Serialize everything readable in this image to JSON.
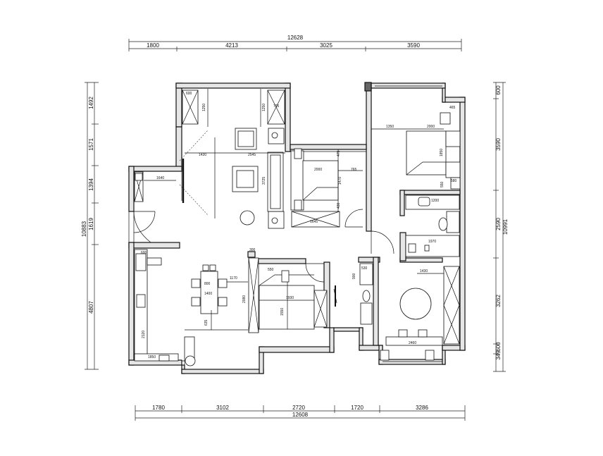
{
  "top_dims": {
    "total": "12628",
    "segments": [
      "1800",
      "4213",
      "3025",
      "3590"
    ]
  },
  "bottom_dims": {
    "total": "12608",
    "segments": [
      "1780",
      "3102",
      "2720",
      "1720",
      "3286"
    ]
  },
  "left_dims": {
    "total": "10883",
    "segments": [
      "1492",
      "1571",
      "1394",
      "1619",
      "4807"
    ]
  },
  "right_dims": {
    "total": "10991",
    "segments": [
      "600",
      "3590",
      "2590",
      "3262",
      "349",
      "600"
    ]
  },
  "interior_labels": {
    "l_600": "600",
    "l_1250a": "1250",
    "l_1250b": "1250",
    "l_705": "705",
    "l_1430": "1430",
    "l_2545": "2545",
    "l_475": "475",
    "l_2000a": "2000",
    "l_765": "765",
    "l_1470": "1470",
    "l_3725": "3725",
    "l_430": "430",
    "l_1645": "1645",
    "l_1350": "1350",
    "l_2000b": "2000",
    "l_465": "465",
    "l_1850": "1850",
    "l_550a": "550",
    "l_580a": "580",
    "l_1200": "1200",
    "l_1970": "1970",
    "l_1430b": "1430",
    "l_600b": "600",
    "l_300": "300",
    "l_550b": "550",
    "l_1170": "1170",
    "l_800": "800",
    "l_1400": "1400",
    "l_635": "635",
    "l_2080": "2080",
    "l_1930": "1930",
    "l_1550": "1550",
    "l_900": "900",
    "l_530": "530",
    "l_2460": "2460",
    "l_2120": "2120",
    "l_1850b": "1850",
    "l_1640": "1640"
  }
}
